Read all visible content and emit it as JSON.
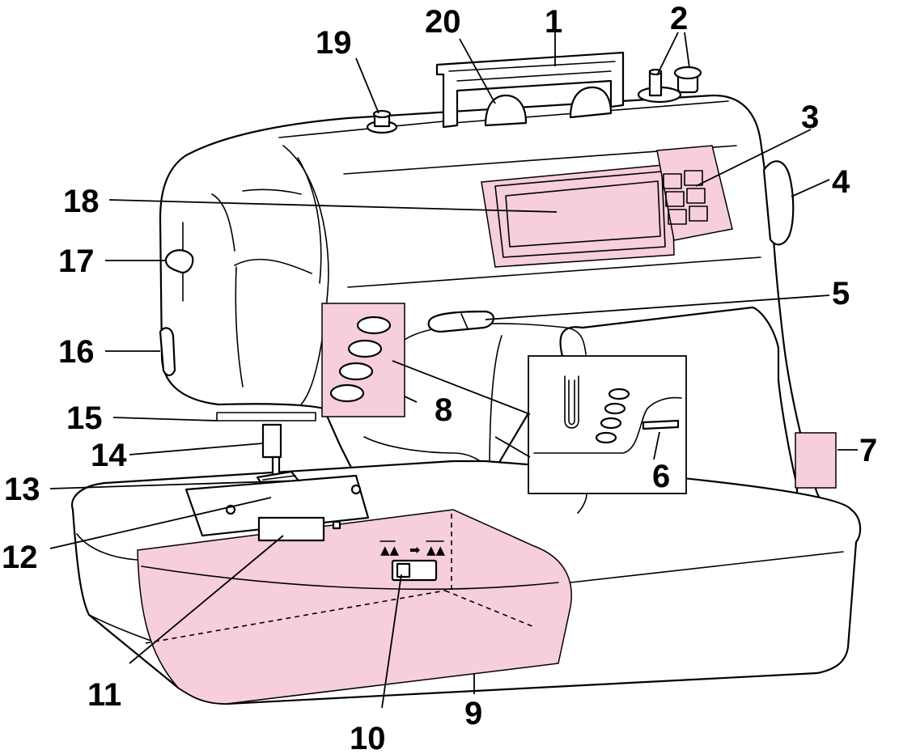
{
  "colors": {
    "highlight": "#f6cedd",
    "outline": "#000000",
    "background": "#ffffff"
  },
  "selector_symbols": {
    "left": "▲▲",
    "arrow": "➡",
    "right": "▲▲"
  },
  "callouts": [
    {
      "id": "c1",
      "label": "1"
    },
    {
      "id": "c2",
      "label": "2"
    },
    {
      "id": "c3",
      "label": "3"
    },
    {
      "id": "c4",
      "label": "4"
    },
    {
      "id": "c5",
      "label": "5"
    },
    {
      "id": "c6",
      "label": "6"
    },
    {
      "id": "c7",
      "label": "7"
    },
    {
      "id": "c8",
      "label": "8"
    },
    {
      "id": "c9",
      "label": "9"
    },
    {
      "id": "c10",
      "label": "10"
    },
    {
      "id": "c11",
      "label": "11"
    },
    {
      "id": "c12",
      "label": "12"
    },
    {
      "id": "c13",
      "label": "13"
    },
    {
      "id": "c14",
      "label": "14"
    },
    {
      "id": "c15",
      "label": "15"
    },
    {
      "id": "c16",
      "label": "16"
    },
    {
      "id": "c17",
      "label": "17"
    },
    {
      "id": "c18",
      "label": "18"
    },
    {
      "id": "c19",
      "label": "19"
    },
    {
      "id": "c20",
      "label": "20"
    }
  ]
}
